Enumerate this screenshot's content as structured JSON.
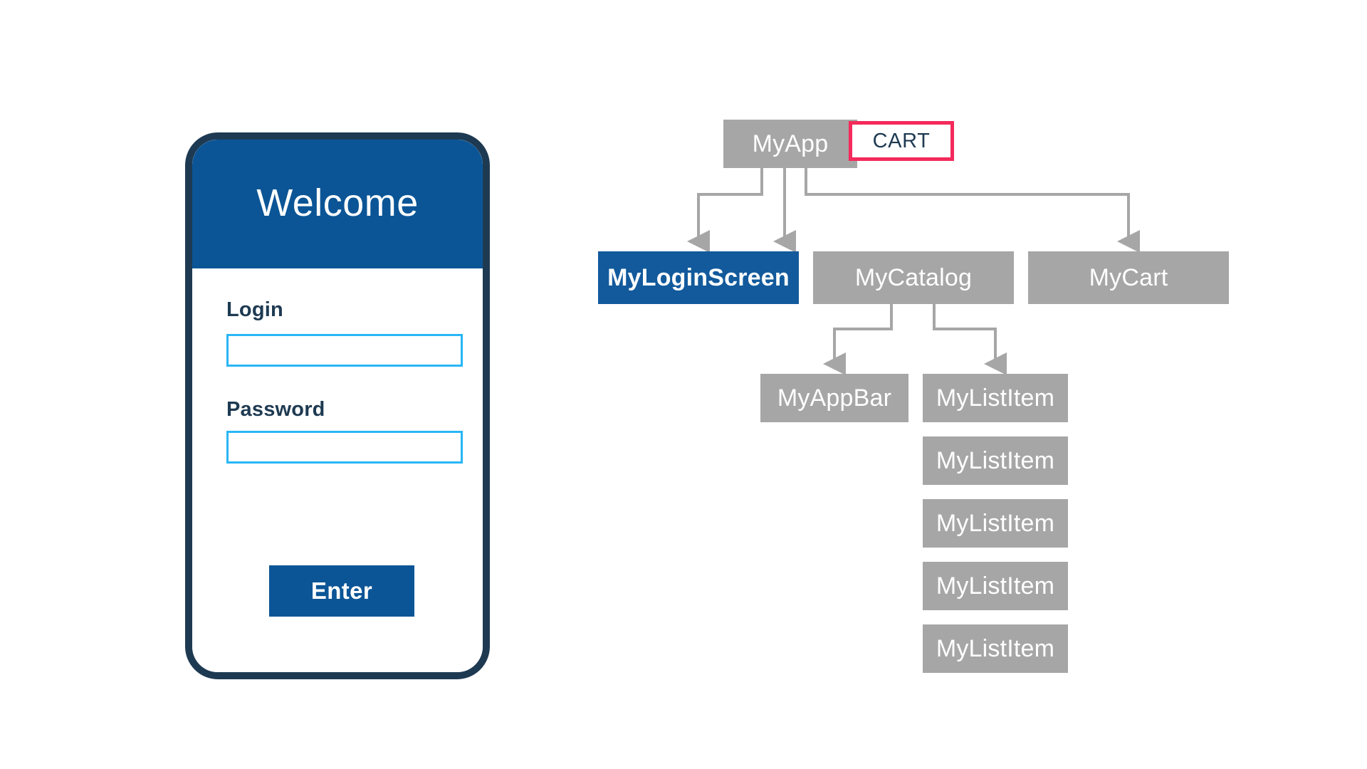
{
  "phone": {
    "appbar": {
      "title": "Welcome"
    },
    "form": {
      "login": {
        "label": "Login",
        "value": "",
        "placeholder": ""
      },
      "password": {
        "label": "Password",
        "value": "",
        "placeholder": ""
      },
      "submit": {
        "label": "Enter"
      }
    }
  },
  "widget_tree": {
    "annotation": {
      "label": "CART"
    },
    "nodes": [
      {
        "id": "myapp",
        "label": "MyApp",
        "highlight": false
      },
      {
        "id": "myloginscreen",
        "label": "MyLoginScreen",
        "highlight": true
      },
      {
        "id": "mycatalog",
        "label": "MyCatalog",
        "highlight": false
      },
      {
        "id": "mycart",
        "label": "MyCart",
        "highlight": false
      },
      {
        "id": "myappbar",
        "label": "MyAppBar",
        "highlight": false
      },
      {
        "id": "mylistitem-0",
        "label": "MyListItem",
        "highlight": false
      },
      {
        "id": "mylistitem-1",
        "label": "MyListItem",
        "highlight": false
      },
      {
        "id": "mylistitem-2",
        "label": "MyListItem",
        "highlight": false
      },
      {
        "id": "mylistitem-3",
        "label": "MyListItem",
        "highlight": false
      },
      {
        "id": "mylistitem-4",
        "label": "MyListItem",
        "highlight": false
      }
    ],
    "edges": [
      {
        "from": "myapp",
        "to": "myloginscreen"
      },
      {
        "from": "myapp",
        "to": "mycatalog"
      },
      {
        "from": "myapp",
        "to": "mycart"
      },
      {
        "from": "mycatalog",
        "to": "myappbar"
      },
      {
        "from": "mycatalog",
        "to": "mylistitem-0"
      }
    ]
  },
  "colors": {
    "brand_blue": "#0b5596",
    "highlight_blue": "#125a9c",
    "node_gray": "#a6a6a6",
    "accent_pink": "#f42a5b",
    "frame_navy": "#1e3a52",
    "input_border": "#29b6f6",
    "connector_gray": "#a6a6a6",
    "background": "#ffffff"
  }
}
